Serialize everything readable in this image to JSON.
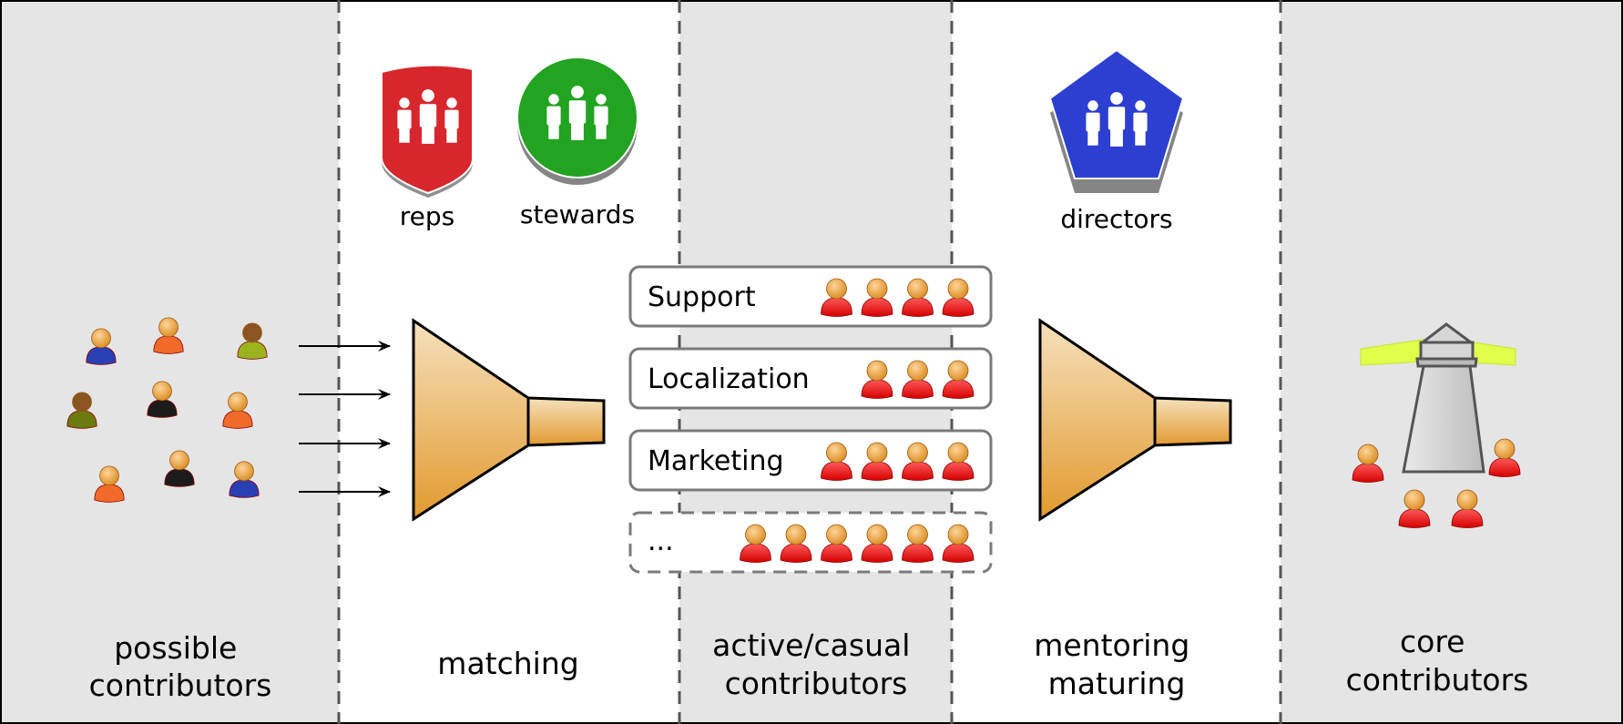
{
  "badges": {
    "reps": "reps",
    "stewards": "stewards",
    "directors": "directors"
  },
  "columns": {
    "possible": [
      "possible",
      "contributors"
    ],
    "matching": "matching",
    "active": [
      "active/casual",
      "contributors"
    ],
    "mentoring": [
      "mentoring",
      "maturing"
    ],
    "core": [
      "core",
      "contributors"
    ]
  },
  "teams": [
    {
      "label": "Support",
      "people": 4
    },
    {
      "label": "Localization",
      "people": 3
    },
    {
      "label": "Marketing",
      "people": 4
    },
    {
      "label": "...",
      "people": 6
    }
  ],
  "colors": {
    "band_gray": "#e5e5e5",
    "funnel": "#e9a640",
    "reps_shield": "#d8262d",
    "stewards_circle": "#22a322",
    "directors_pentagon": "#2c3fd1",
    "person_body": "#ee1c1c",
    "person_head": "#e8a23a",
    "lighthouse": "#cfcfcf",
    "light_beam": "#dfff4a"
  }
}
